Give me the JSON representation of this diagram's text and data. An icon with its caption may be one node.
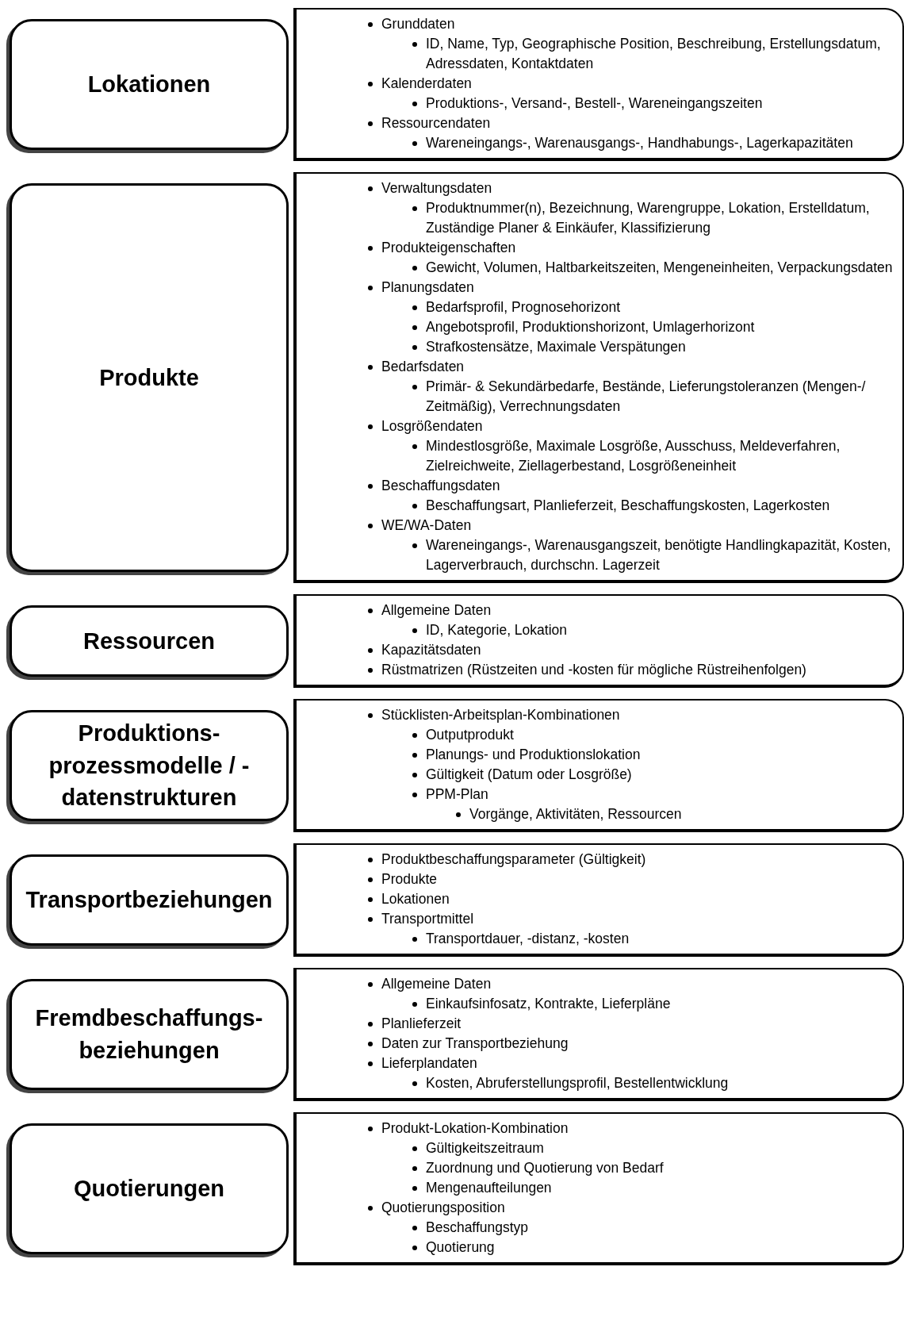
{
  "diagram": {
    "nodes": [
      {
        "text": [
          "Lokationen"
        ]
      },
      {
        "text": [
          "Grunddaten",
          "ID, Name, Typ, Geographische Position, Beschreibung, Erstellungsdatum, Adressdaten, Kontaktdaten",
          "Kalenderdaten",
          "Produktions-, Versand-, Bestell-, Wareneingangszeiten",
          "Ressourcendaten",
          "Wareneingangs-, Warenausgangs-, Handhabungs-, Lagerkapazitäten"
        ]
      },
      {
        "text": [
          "Produkte"
        ]
      },
      {
        "text": [
          "Verwaltungsdaten",
          "Produktnummer(n), Bezeichnung, Warengruppe, Lokation, Erstelldatum, Zuständige Planer & Einkäufer, Klassifizierung",
          "Produkteigenschaften",
          "Gewicht, Volumen, Haltbarkeitszeiten, Mengeneinheiten, Verpackungsdaten",
          "Planungsdaten",
          "Bedarfsprofil, Prognosehorizont",
          "Angebotsprofil, Produktionshorizont, Umlagerhorizont",
          "Strafkostensätze, Maximale Verspätungen",
          "Bedarfsdaten",
          "Primär- & Sekundärbedarfe, Bestände, Lieferungstoleranzen (Mengen-/ Zeitmäßig), Verrechnungsdaten",
          "Losgrößendaten",
          "Mindestlosgröße, Maximale Losgröße, Ausschuss, Meldeverfahren, Zielreichweite, Ziellagerbestand, Losgrößeneinheit",
          "Beschaffungsdaten",
          "Beschaffungsart, Planlieferzeit, Beschaffungskosten, Lagerkosten",
          "WE/WA-Daten",
          "Wareneingangs-, Warenausgangszeit, benötigte Handlingkapazität, Kosten, Lagerverbrauch, durchschn. Lagerzeit"
        ]
      },
      {
        "text": [
          "Ressourcen"
        ]
      },
      {
        "text": [
          "Allgemeine Daten",
          "ID, Kategorie, Lokation",
          "Kapazitätsdaten",
          "Rüstmatrizen (Rüstzeiten und -kosten für mögliche Rüstreihenfolgen)"
        ]
      },
      {
        "text": [
          "Produktions-prozessmodelle / -datenstrukturen"
        ]
      },
      {
        "text": [
          "Stücklisten-Arbeitsplan-Kombinationen",
          "Outputprodukt",
          "Planungs- und Produktionslokation",
          "Gültigkeit (Datum oder Losgröße)",
          "PPM-Plan",
          "Vorgänge, Aktivitäten, Ressourcen"
        ]
      },
      {
        "text": [
          "Transportbeziehungen"
        ]
      },
      {
        "text": [
          "Produktbeschaffungsparameter (Gültigkeit)",
          "Produkte",
          "Lokationen",
          "Transportmittel",
          "Transportdauer, -distanz, -kosten"
        ]
      },
      {
        "text": [
          "Fremdbeschaffungs-beziehungen"
        ]
      },
      {
        "text": [
          "Allgemeine Daten",
          "Einkaufsinfosatz, Kontrakte, Lieferpläne",
          "Planlieferzeit",
          "Daten zur Transportbeziehung",
          "Lieferplandaten",
          "Kosten, Abruferstellungsprofil, Bestellentwicklung"
        ]
      },
      {
        "text": [
          "Quotierungen"
        ]
      },
      {
        "text": [
          "Produkt-Lokation-Kombination",
          "Gültigkeitszeitraum",
          "Zuordnung und Quotierung von Bedarf",
          "Mengenaufteilungen",
          "Quotierungsposition",
          "Beschaffungstyp",
          "Quotierung"
        ]
      }
    ]
  }
}
